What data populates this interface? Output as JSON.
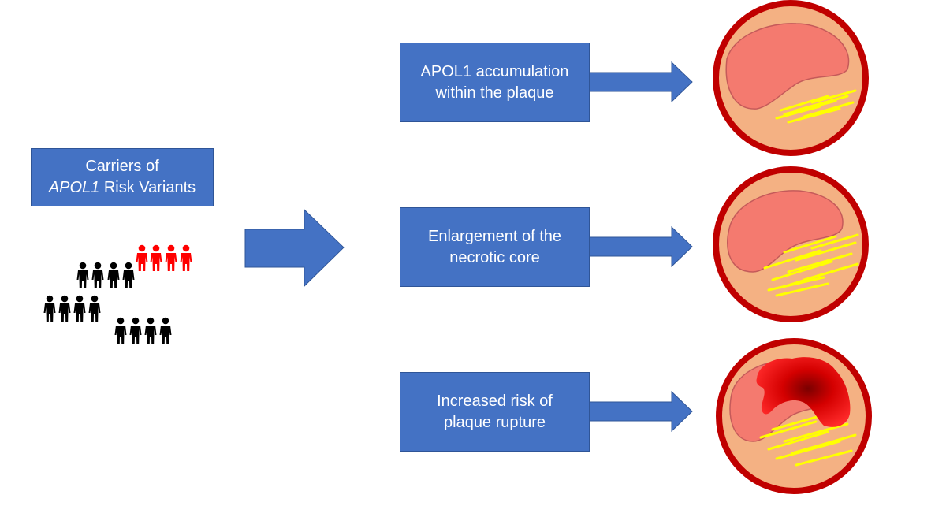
{
  "carriers_box": {
    "line1": "Carriers of",
    "line2_italic": "APOL1",
    "line2_rest": " Risk Variants"
  },
  "steps": [
    {
      "line1": "APOL1 accumulation",
      "line2": "within the plaque"
    },
    {
      "line1": "Enlargement of the",
      "line2": "necrotic core"
    },
    {
      "line1": "Increased risk of",
      "line2": "plaque rupture"
    }
  ],
  "people_groups": [
    {
      "count": 4,
      "color": "#ff0000"
    },
    {
      "count": 4,
      "color": "#000000"
    },
    {
      "count": 4,
      "color": "#000000"
    },
    {
      "count": 4,
      "color": "#000000"
    }
  ],
  "colors": {
    "box_fill": "#4472c4",
    "vessel_wall": "#c00000",
    "vessel_fill": "#f4b183",
    "lipid_core": "#f47a6f",
    "rupture": "#e00000",
    "crystals": "#ffff00"
  }
}
